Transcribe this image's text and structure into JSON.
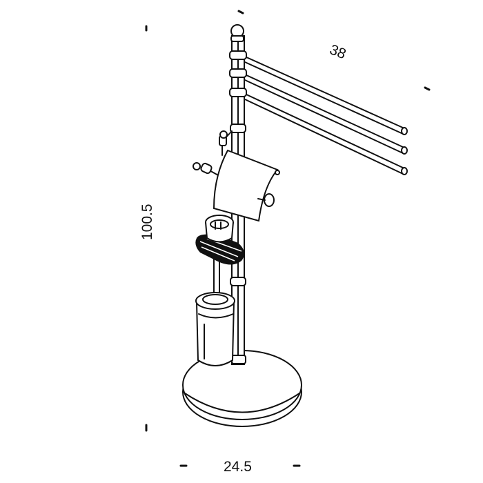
{
  "dimensions": {
    "width": "38",
    "height": "100.5",
    "base": "24.5"
  }
}
